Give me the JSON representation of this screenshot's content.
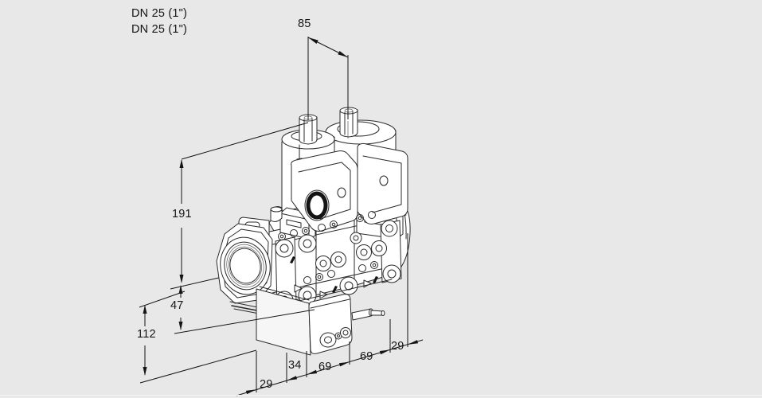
{
  "drawing": {
    "title": "Double solenoid valve dimensional drawing",
    "product_labels": {
      "line1": "DN 25 (1\")",
      "line2": "DN 25 (1\")"
    },
    "dimensions": {
      "top_width": "85",
      "height_total": "191",
      "axis_to_base": "47",
      "base_block_height": "112",
      "bottom_offset_left": "29",
      "bottom_width_small": "34",
      "bottom_width_mid_left": "69",
      "bottom_width_mid_right": "69",
      "bottom_offset_right": "29"
    },
    "colors": {
      "background": "#e8e8e8",
      "line": "#1a1a1a",
      "fill": "#ffffff"
    }
  }
}
